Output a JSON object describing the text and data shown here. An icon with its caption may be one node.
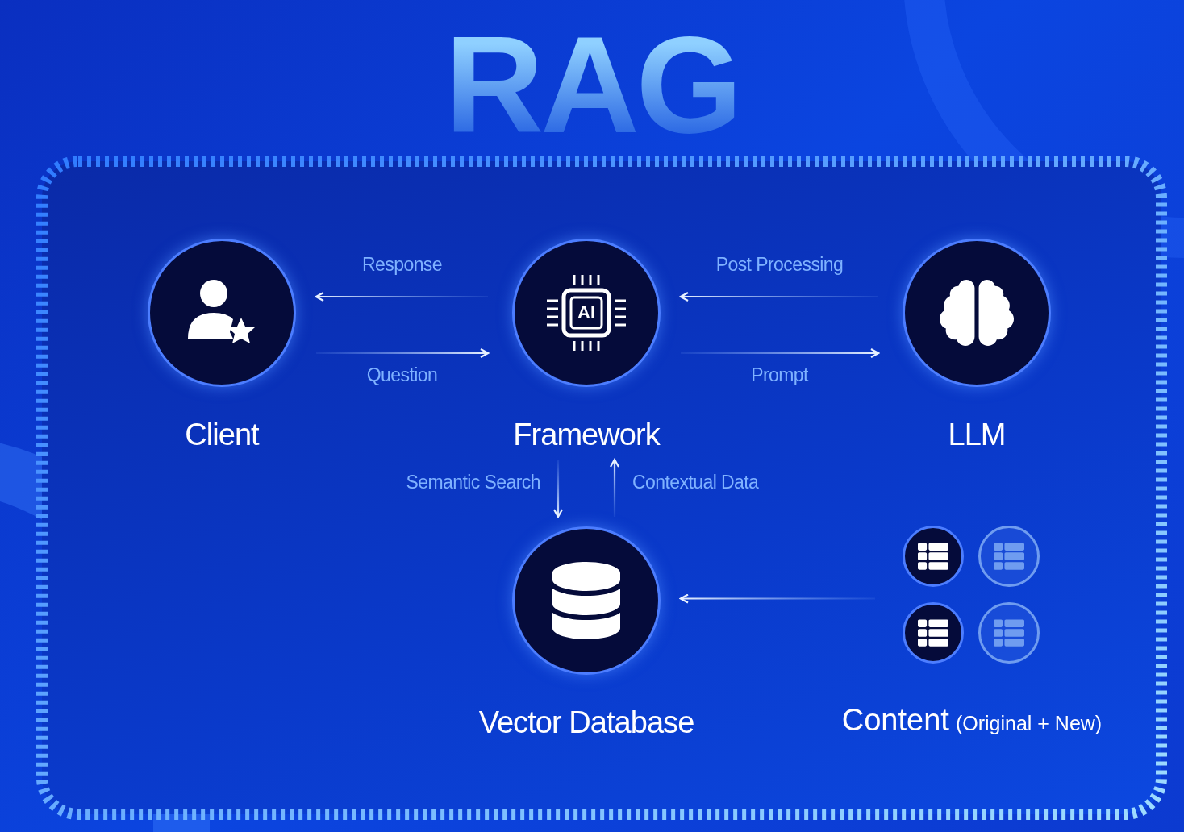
{
  "diagram": {
    "title": "RAG",
    "nodes": [
      {
        "text": [
          "Client"
        ]
      },
      {
        "text": [
          "AI",
          "Framework"
        ]
      },
      {
        "text": [
          "LLM"
        ]
      },
      {
        "text": [
          "Vector Database"
        ]
      },
      {
        "text": [
          "Content",
          "(Original + New)"
        ]
      },
      {
        "text": [],
        "shape": "circle",
        "in": 4
      },
      {
        "text": [],
        "shape": "circle",
        "in": 4
      },
      {
        "text": [],
        "shape": "circle",
        "in": 4
      },
      {
        "text": [],
        "shape": "circle",
        "in": 4
      }
    ],
    "edges": [
      {
        "from": 1,
        "to": 0,
        "arrow": "to",
        "label": "Response"
      },
      {
        "from": 0,
        "to": 1,
        "arrow": "to",
        "label": "Question"
      },
      {
        "from": 2,
        "to": 1,
        "arrow": "to",
        "label": "Post Processing"
      },
      {
        "from": 1,
        "to": 2,
        "arrow": "to",
        "label": "Prompt"
      },
      {
        "from": 1,
        "to": 3,
        "arrow": "to",
        "label": "Semantic Search"
      },
      {
        "from": 3,
        "to": 1,
        "arrow": "to",
        "label": "Contextual Data"
      },
      {
        "from": 4,
        "to": 3,
        "arrow": "to"
      }
    ]
  }
}
